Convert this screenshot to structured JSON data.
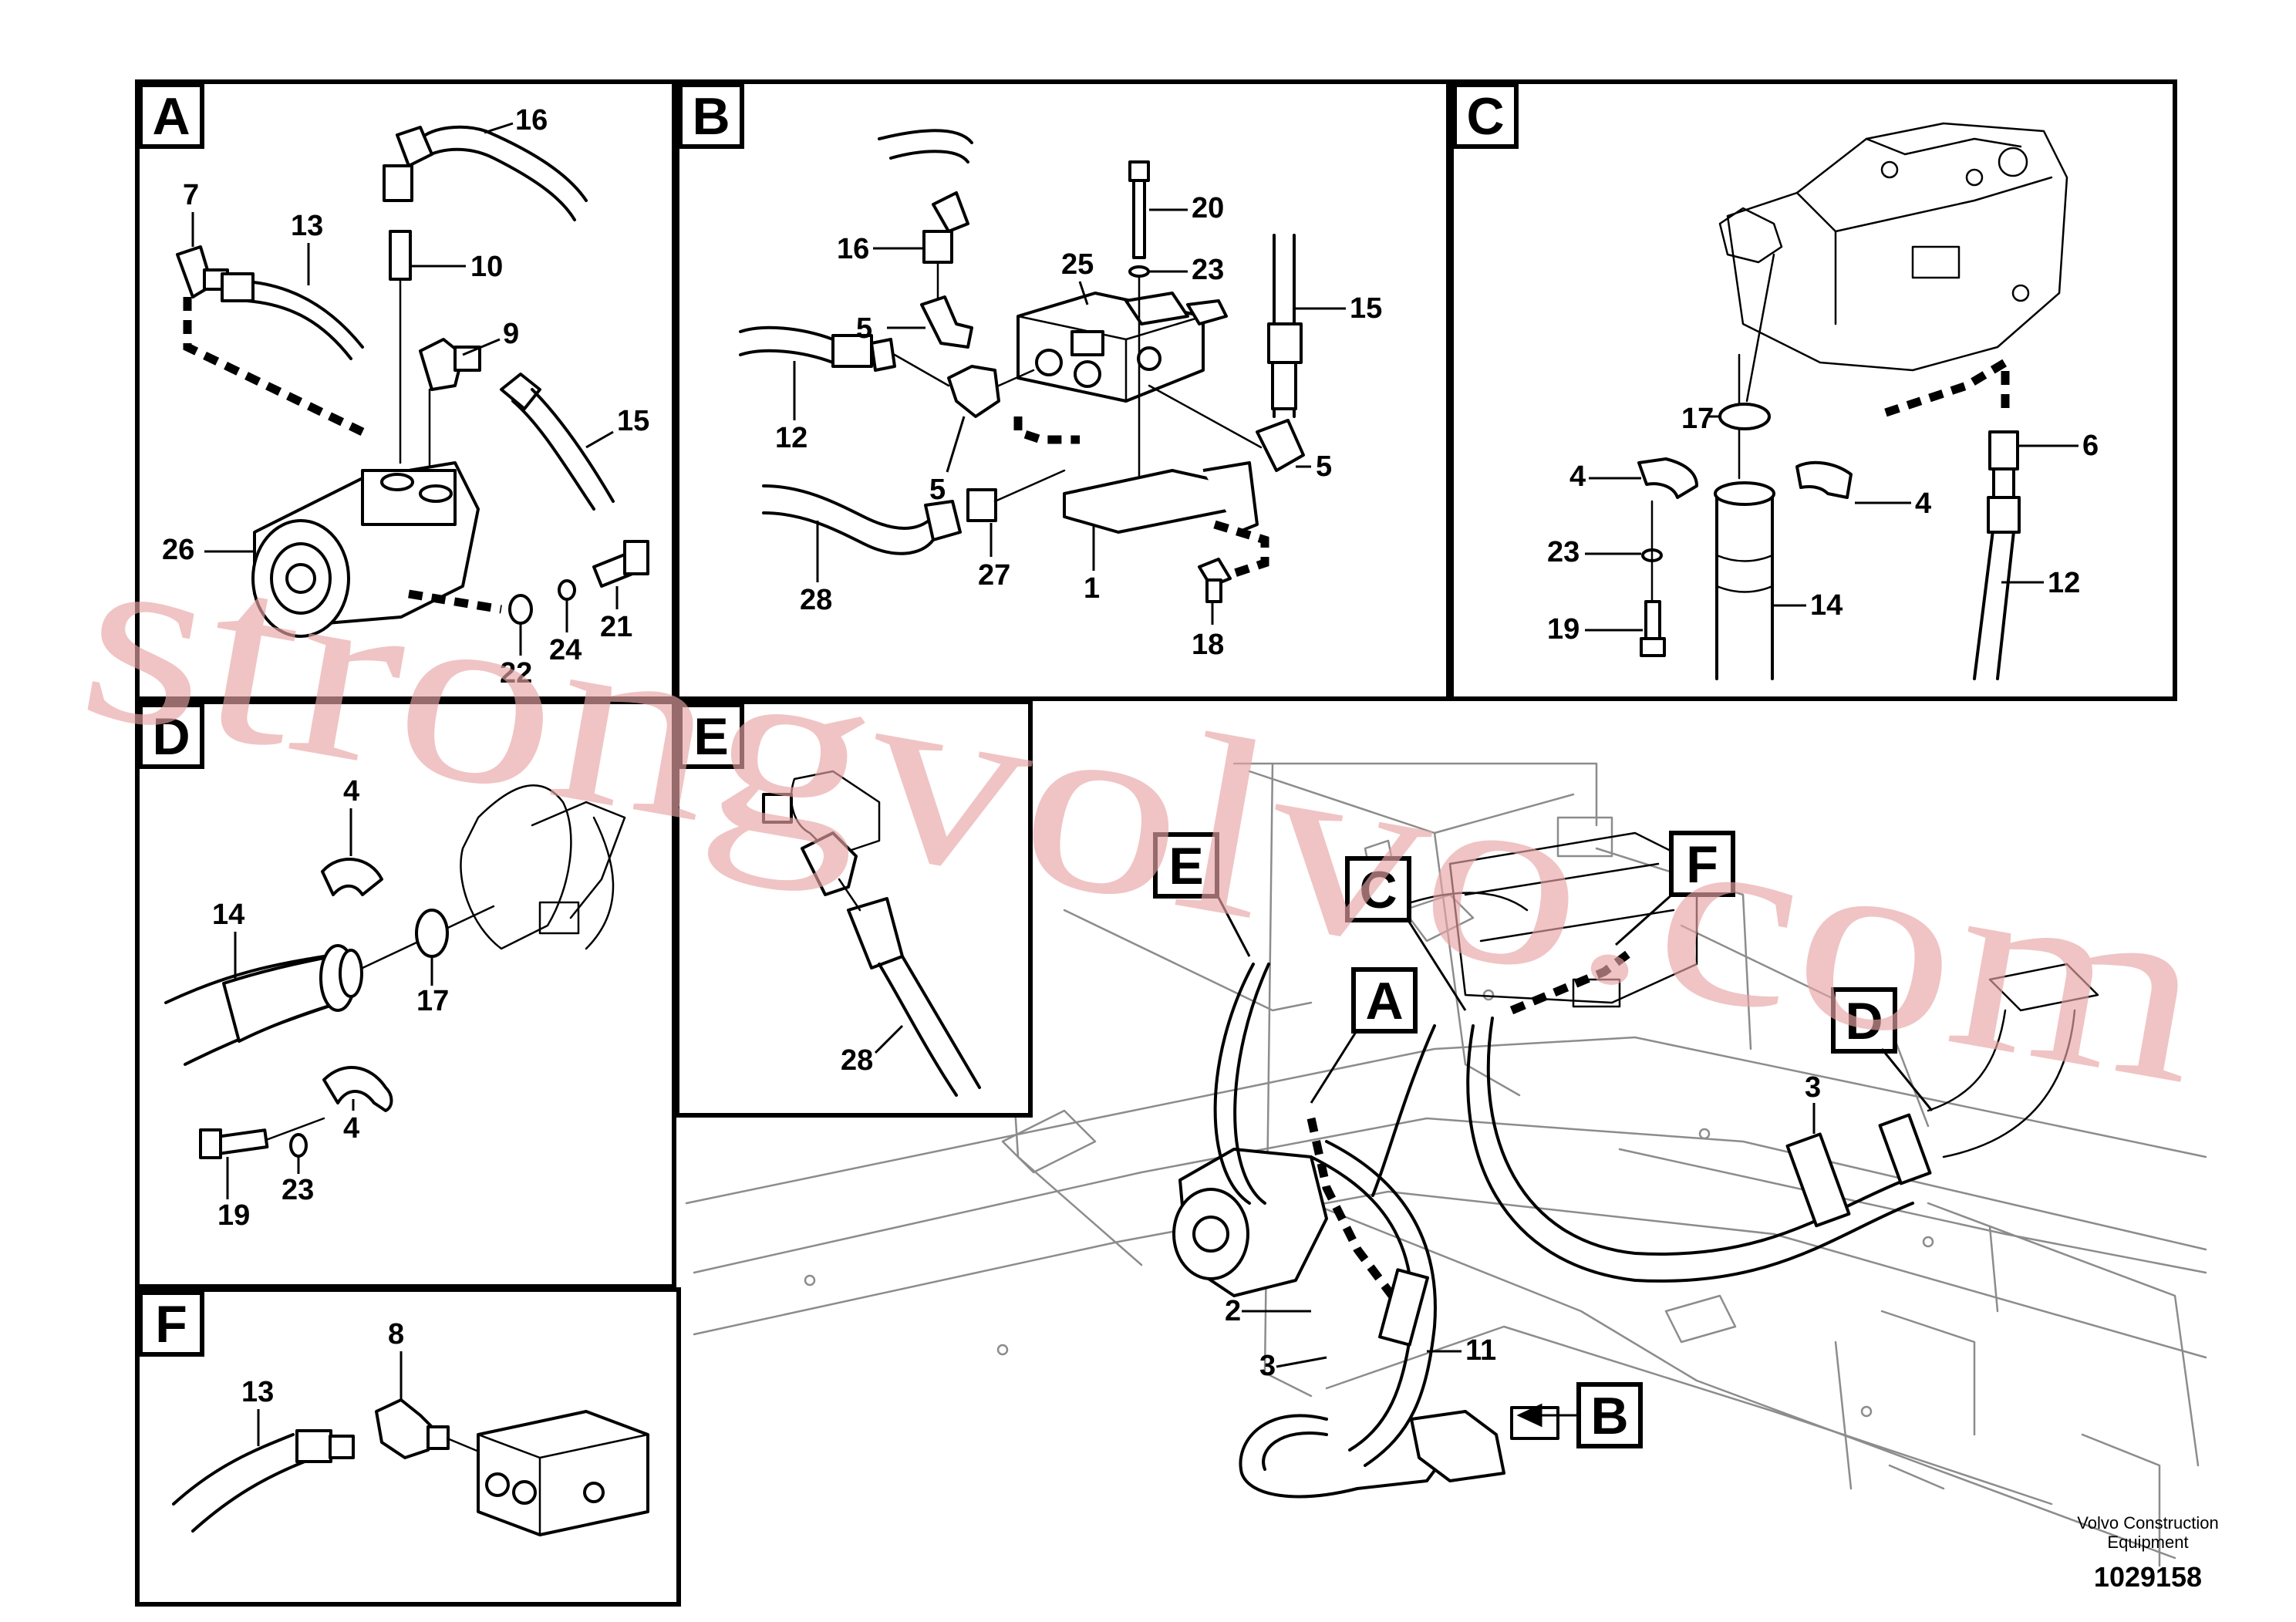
{
  "panels": {
    "A": {
      "letter": "A",
      "labels": [
        "16",
        "7",
        "13",
        "10",
        "9",
        "15",
        "26",
        "21",
        "24",
        "22"
      ]
    },
    "B": {
      "letter": "B",
      "labels": [
        "20",
        "16",
        "23",
        "25",
        "15",
        "5",
        "12",
        "5",
        "5",
        "27",
        "1",
        "28",
        "18"
      ]
    },
    "C": {
      "letter": "C",
      "labels": [
        "17",
        "6",
        "4",
        "4",
        "23",
        "12",
        "19",
        "14"
      ]
    },
    "D": {
      "letter": "D",
      "labels": [
        "4",
        "14",
        "17",
        "4",
        "19",
        "23"
      ]
    },
    "E": {
      "letter": "E",
      "labels": [
        "28"
      ]
    },
    "F": {
      "letter": "F",
      "labels": [
        "8",
        "13"
      ]
    }
  },
  "overview": {
    "callouts": [
      "E",
      "C",
      "F",
      "A",
      "D",
      "B"
    ],
    "labels": [
      "3",
      "2",
      "3",
      "11"
    ]
  },
  "watermark": "strongvolvo.com",
  "credit_line1": "Volvo Construction",
  "credit_line2": "Equipment",
  "drawing_number": "1029158"
}
